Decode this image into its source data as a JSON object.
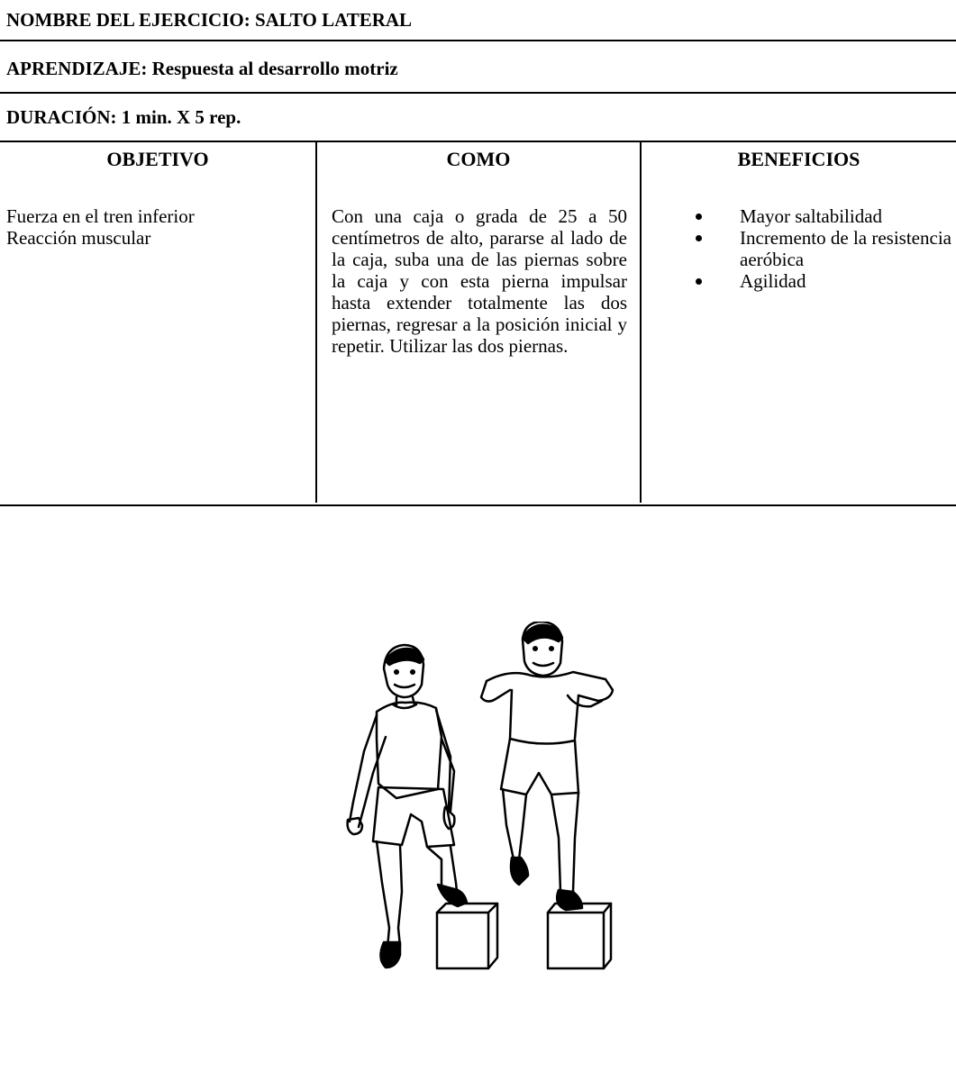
{
  "header": {
    "nombre": "NOMBRE DEL EJERCICIO: SALTO LATERAL",
    "aprendizaje": "APRENDIZAJE: Respuesta al desarrollo motriz",
    "duracion": "DURACIÓN: 1 min. X 5 rep."
  },
  "columns": {
    "objetivo": {
      "heading": "OBJETIVO",
      "lines": [
        "Fuerza en el tren inferior",
        "Reacción muscular"
      ]
    },
    "como": {
      "heading": "COMO",
      "text": "Con una caja o grada de 25 a 50 centímetros de alto, pararse al lado de la caja, suba una de las piernas sobre la caja y con esta pierna impulsar hasta extender totalmente las dos piernas, regresar a la posición inicial y repetir. Utilizar las dos piernas."
    },
    "beneficios": {
      "heading": "BENEFICIOS",
      "items": [
        "Mayor saltabilidad",
        "Incremento de la resistencia aeróbica",
        "Agilidad"
      ]
    }
  }
}
